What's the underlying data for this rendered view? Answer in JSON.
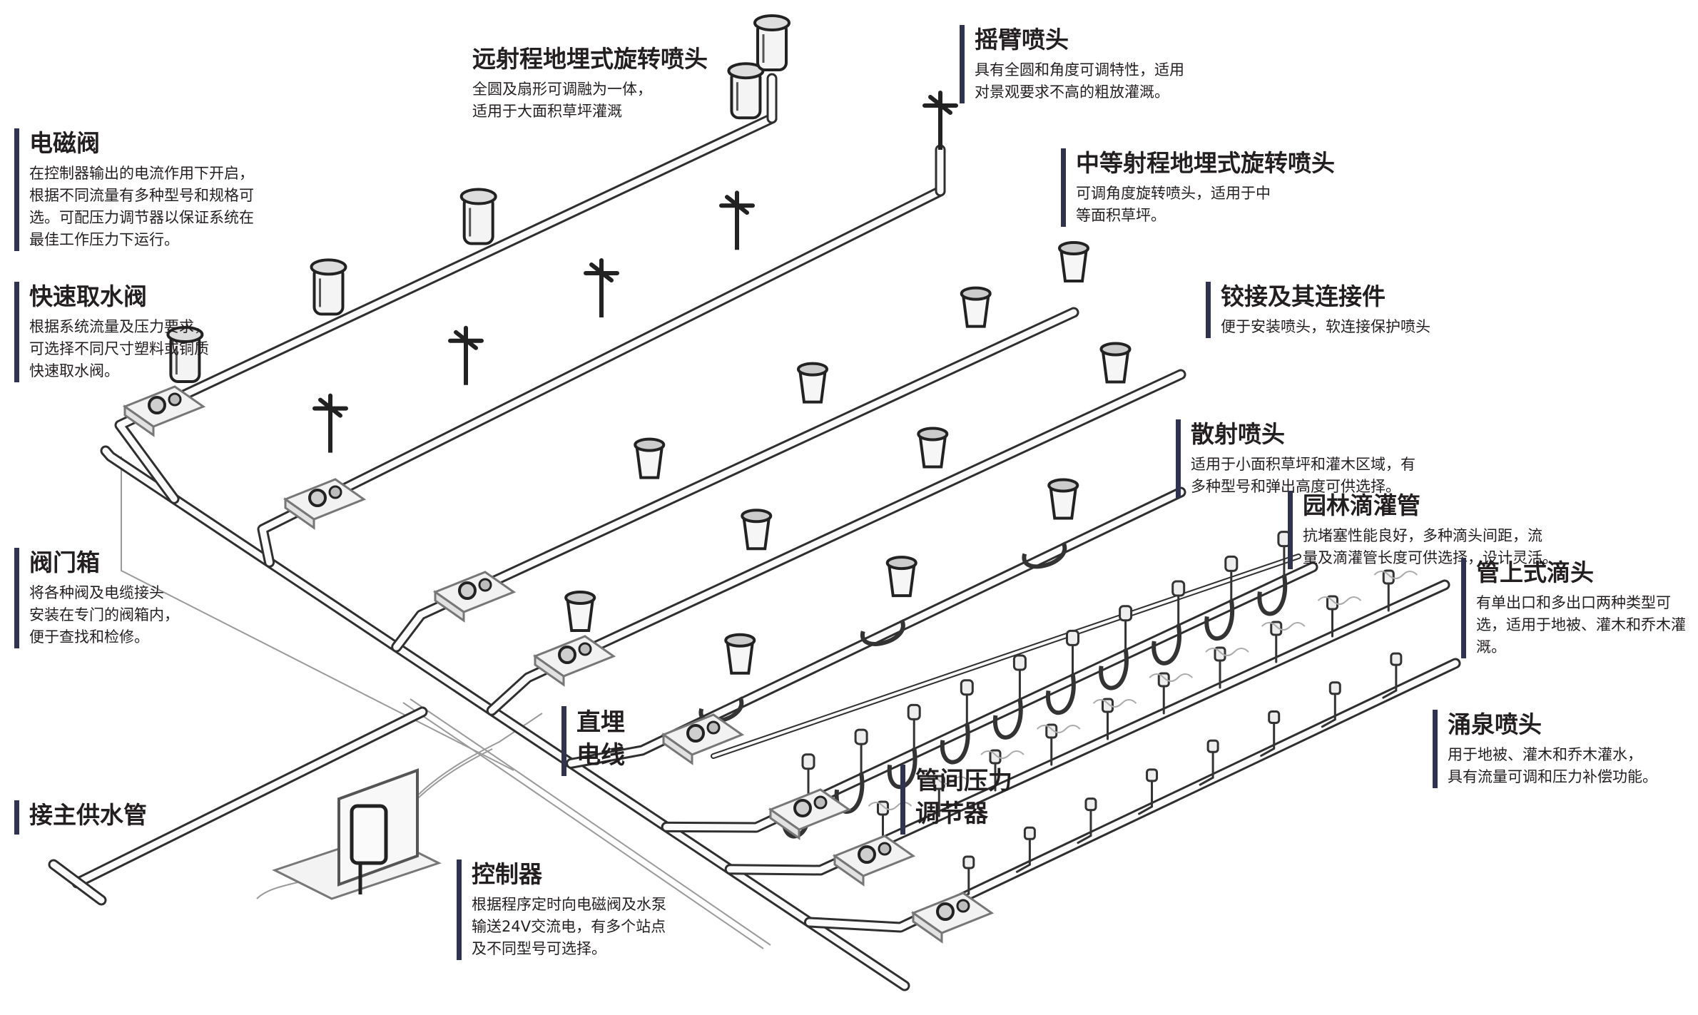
{
  "labels": {
    "solenoid_valve": {
      "title": "电磁阀",
      "desc": "在控制器输出的电流作用下开启，\n根据不同流量有多种型号和规格可\n选。可配压力调节器以保证系统在\n最佳工作压力下运行。"
    },
    "quick_coupling": {
      "title": "快速取水阀",
      "desc": "根据系统流量及压力要求，\n可选择不同尺寸塑料或铜质\n快速取水阀。"
    },
    "valve_box": {
      "title": "阀门箱",
      "desc": "将各种阀及电缆接头\n安装在专门的阀箱内，\n便于查找和检修。"
    },
    "main_supply": {
      "title": "接主供水管"
    },
    "long_range_rotor": {
      "title": "远射程地埋式旋转喷头",
      "desc": "全圆及扇形可调融为一体，\n适用于大面积草坪灌溉"
    },
    "impact_sprinkler": {
      "title": "摇臂喷头",
      "desc": "具有全圆和角度可调特性，适用\n对景观要求不高的粗放灌溉。"
    },
    "mid_range_rotor": {
      "title": "中等射程地埋式旋转喷头",
      "desc": "可调角度旋转喷头，适用于中\n等面积草坪。"
    },
    "swing_joint": {
      "title": "铰接及其连接件",
      "desc": "便于安装喷头，软连接保护喷头"
    },
    "spray_head": {
      "title": "散射喷头",
      "desc": "适用于小面积草坪和灌木区域，有\n多种型号和弹出高度可供选择。"
    },
    "drip_line": {
      "title": "园林滴灌管",
      "desc": "抗堵塞性能良好，多种滴头间距，流\n量及滴灌管长度可供选择，设计灵活。"
    },
    "pipe_emitter": {
      "title": "管上式滴头",
      "desc": "有单出口和多出口两种类型可\n选，适用于地被、灌木和乔木灌\n溉。"
    },
    "bubbler": {
      "title": "涌泉喷头",
      "desc": "用于地被、灌木和乔木灌水，\n具有流量可调和压力补偿功能。"
    },
    "direct_burial_wire": {
      "title": "直埋\n电线"
    },
    "inline_pressure_regulator": {
      "title": "管间压力\n调节器"
    },
    "controller": {
      "title": "控制器",
      "desc": "根据程序定时向电磁阀及水泵\n输送24V交流电，有多个站点\n及不同型号可选择。"
    }
  },
  "colors": {
    "accent_bar": "#2f3350",
    "pipe_stroke": "#2f2f2f",
    "text": "#231f20"
  }
}
